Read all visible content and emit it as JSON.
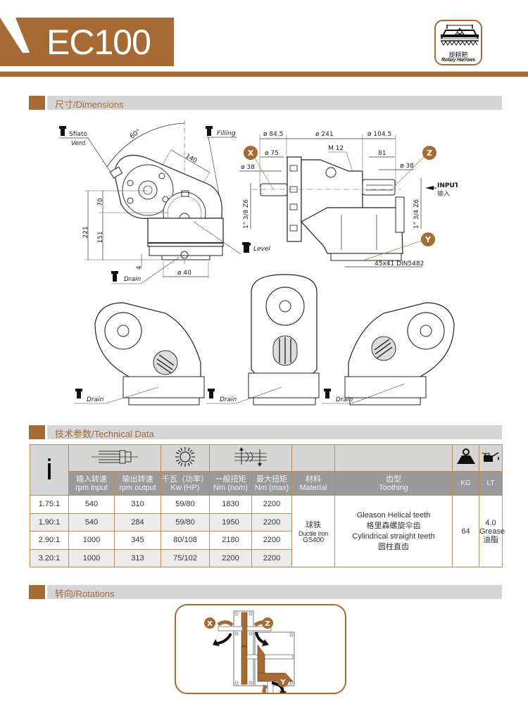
{
  "header": {
    "model": "EC100",
    "badge": {
      "icon": "rotary-harrow-icon",
      "label_cn": "旋耕耙",
      "label_en": "Rotary Harrows"
    }
  },
  "sections": {
    "dimensions": "尺寸/Dimensions",
    "technical": "技术参数/Technical Data",
    "rotations": "转向/Rotations"
  },
  "dimensions": {
    "side_view": {
      "angle": "60°",
      "center_distance": "140",
      "height_total": "221",
      "height_upper": "70",
      "height_lower": "151",
      "base_offset": "4",
      "base_diameter": "ø 40",
      "labels": {
        "vent_it": "Sfiato",
        "vent_en": "Vent",
        "filling": "Filling",
        "level": "Level",
        "drain": "Drain"
      }
    },
    "front_view": {
      "d_left_flange": "ø 84.5",
      "d_body": "ø 241",
      "d_right_flange": "ø 104.5",
      "d_75": "ø 75",
      "d_38_left": "ø 38",
      "d_38_right": "ø 38",
      "bolt": "M 12",
      "length_81": "81",
      "spline_left": "1\" 3/8 Z6",
      "spline_right": "1\" 3/4 Z6",
      "output_spline": "45x41 DIN5482",
      "input_en": "INPUT",
      "input_cn": "输入",
      "markers": [
        "X",
        "Z",
        "Y"
      ]
    },
    "drain_views": [
      "Drain",
      "Drain",
      "Drain"
    ]
  },
  "technical_data": {
    "ratio_symbol": "i",
    "icons": [
      "shaft-speed-icon",
      "power-sun-icon",
      "torque-icon",
      "weight-icon",
      "oil-can-icon"
    ],
    "columns": [
      {
        "cn": "输入转速",
        "en": "rpm input"
      },
      {
        "cn": "输出转速",
        "en": "rpm output"
      },
      {
        "cn": "千瓦（功率）",
        "en": "Kw (HP)"
      },
      {
        "cn": "一般扭矩",
        "en": "Nm (nom)"
      },
      {
        "cn": "最大扭矩",
        "en": "Nm (max)"
      },
      {
        "cn": "材料",
        "en": "Material"
      },
      {
        "cn": "齿型",
        "en": "Toothing"
      },
      {
        "cn": "",
        "en": "KG"
      },
      {
        "cn": "",
        "en": "LT"
      }
    ],
    "rows": [
      {
        "ratio": "1.75:1",
        "rpm_in": "540",
        "rpm_out": "310",
        "kw_hp": "59/80",
        "nm_nom": "1830",
        "nm_max": "2200"
      },
      {
        "ratio": "1.90:1",
        "rpm_in": "540",
        "rpm_out": "284",
        "kw_hp": "59/80",
        "nm_nom": "1950",
        "nm_max": "2200"
      },
      {
        "ratio": "2.90:1",
        "rpm_in": "1000",
        "rpm_out": "345",
        "kw_hp": "80/108",
        "nm_nom": "2180",
        "nm_max": "2200"
      },
      {
        "ratio": "3.20:1",
        "rpm_in": "1000",
        "rpm_out": "313",
        "kw_hp": "75/102",
        "nm_nom": "2200",
        "nm_max": "2200"
      }
    ],
    "material": {
      "cn": "球铁",
      "en": "Ductile Iron",
      "grade": "GS400"
    },
    "toothing": {
      "line1": "Gleason Helical teeth",
      "line2": "格里森螺旋伞齿",
      "line3": "Cylindrical straight teeth",
      "line4": "圆柱直齿"
    },
    "weight_kg": "64",
    "lubricant": {
      "amount": "4.0",
      "type_en": "Grease",
      "type_cn": "油脂"
    }
  },
  "rotations": {
    "markers": [
      "X",
      "Z",
      "Y"
    ]
  },
  "colors": {
    "brand": "#a66a35",
    "section_bar": "#d6d6d8",
    "table_head": "#9a9a9c"
  }
}
